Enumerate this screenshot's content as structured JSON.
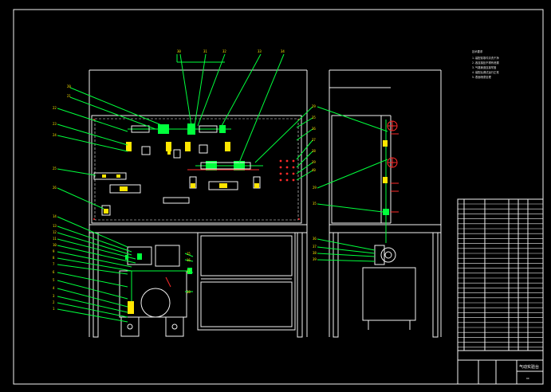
{
  "drawing": {
    "notes_title": "技术要求",
    "notes": [
      "1.装配前零件清洗干净",
      "2.各连接处不得有泄漏",
      "3.气路管道连接牢固",
      "4.装配后调试运行正常",
      "5.表面喷漆处理"
    ],
    "top_callouts": [
      "30",
      "31",
      "32",
      "33",
      "34"
    ],
    "left_callouts": [
      "20",
      "21",
      "22",
      "23",
      "24",
      "25",
      "26",
      "14",
      "13",
      "12",
      "11",
      "10",
      "9",
      "8",
      "7",
      "6",
      "5",
      "4",
      "3",
      "2",
      "1"
    ],
    "right_callouts": [
      "29",
      "35",
      "36",
      "37",
      "38",
      "39",
      "40"
    ],
    "bottom_callouts": [
      "15",
      "16",
      "17",
      "18"
    ],
    "title_block": {
      "title": "气动实验台",
      "number": "00"
    }
  },
  "colors": {
    "frame": "#f2f2f2",
    "pneumatic": "#00ff3c",
    "component": "#ffe600",
    "valve": "#ff2a2a"
  }
}
